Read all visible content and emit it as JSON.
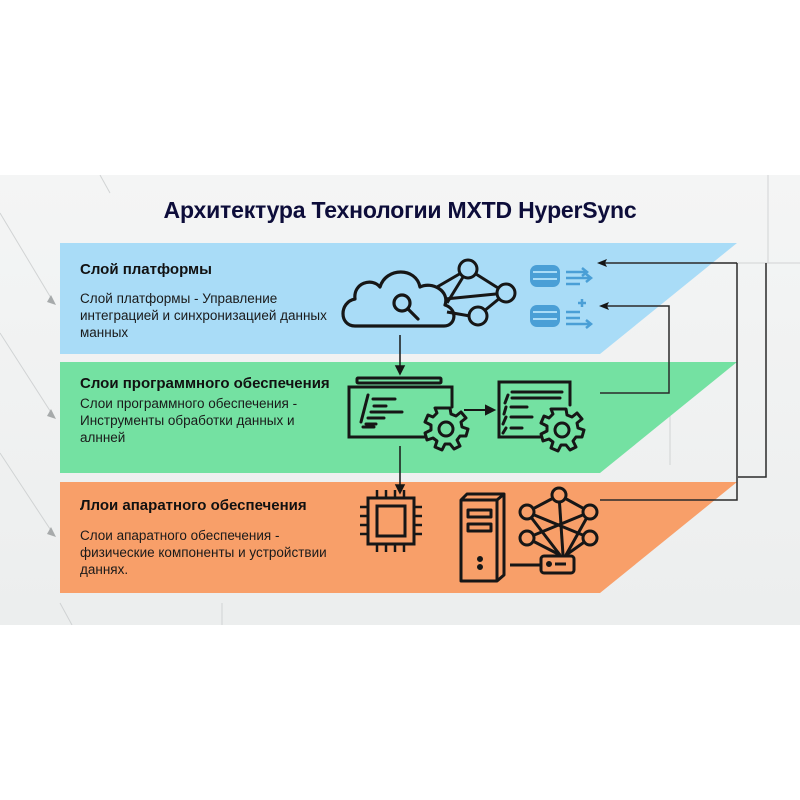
{
  "title": "Архитектура Технологии MXTD HyperSync",
  "colors": {
    "platform_band": "#a8dcf6",
    "software_band": "#74e2a2",
    "hardware_band": "#f8a06a",
    "title_text": "#0d0d3a",
    "db_icon": "#4a9fd6",
    "line": "#1b1b1b"
  },
  "layers": [
    {
      "id": "platform",
      "title": "Слой платформы",
      "description": "Слой платформы - Управление интеграцией и синхронизацией данных манных",
      "icons": [
        "cloud-search-icon",
        "network-nodes-icon",
        "database-sync-icon",
        "database-sync-icon"
      ]
    },
    {
      "id": "software",
      "title": "Слои программного обеспечения",
      "description": "Слои программного обеспечения - Инструменты обработки данных и алнней",
      "icons": [
        "code-window-gear-icon",
        "document-gear-icon"
      ]
    },
    {
      "id": "hardware",
      "title": "Ллои апаратного обеспечения",
      "description": "Слои апаратного обеспечения - физические компоненты и устройствии даннях.",
      "icons": [
        "cpu-chip-icon",
        "server-tower-icon",
        "neural-network-device-icon"
      ]
    }
  ]
}
